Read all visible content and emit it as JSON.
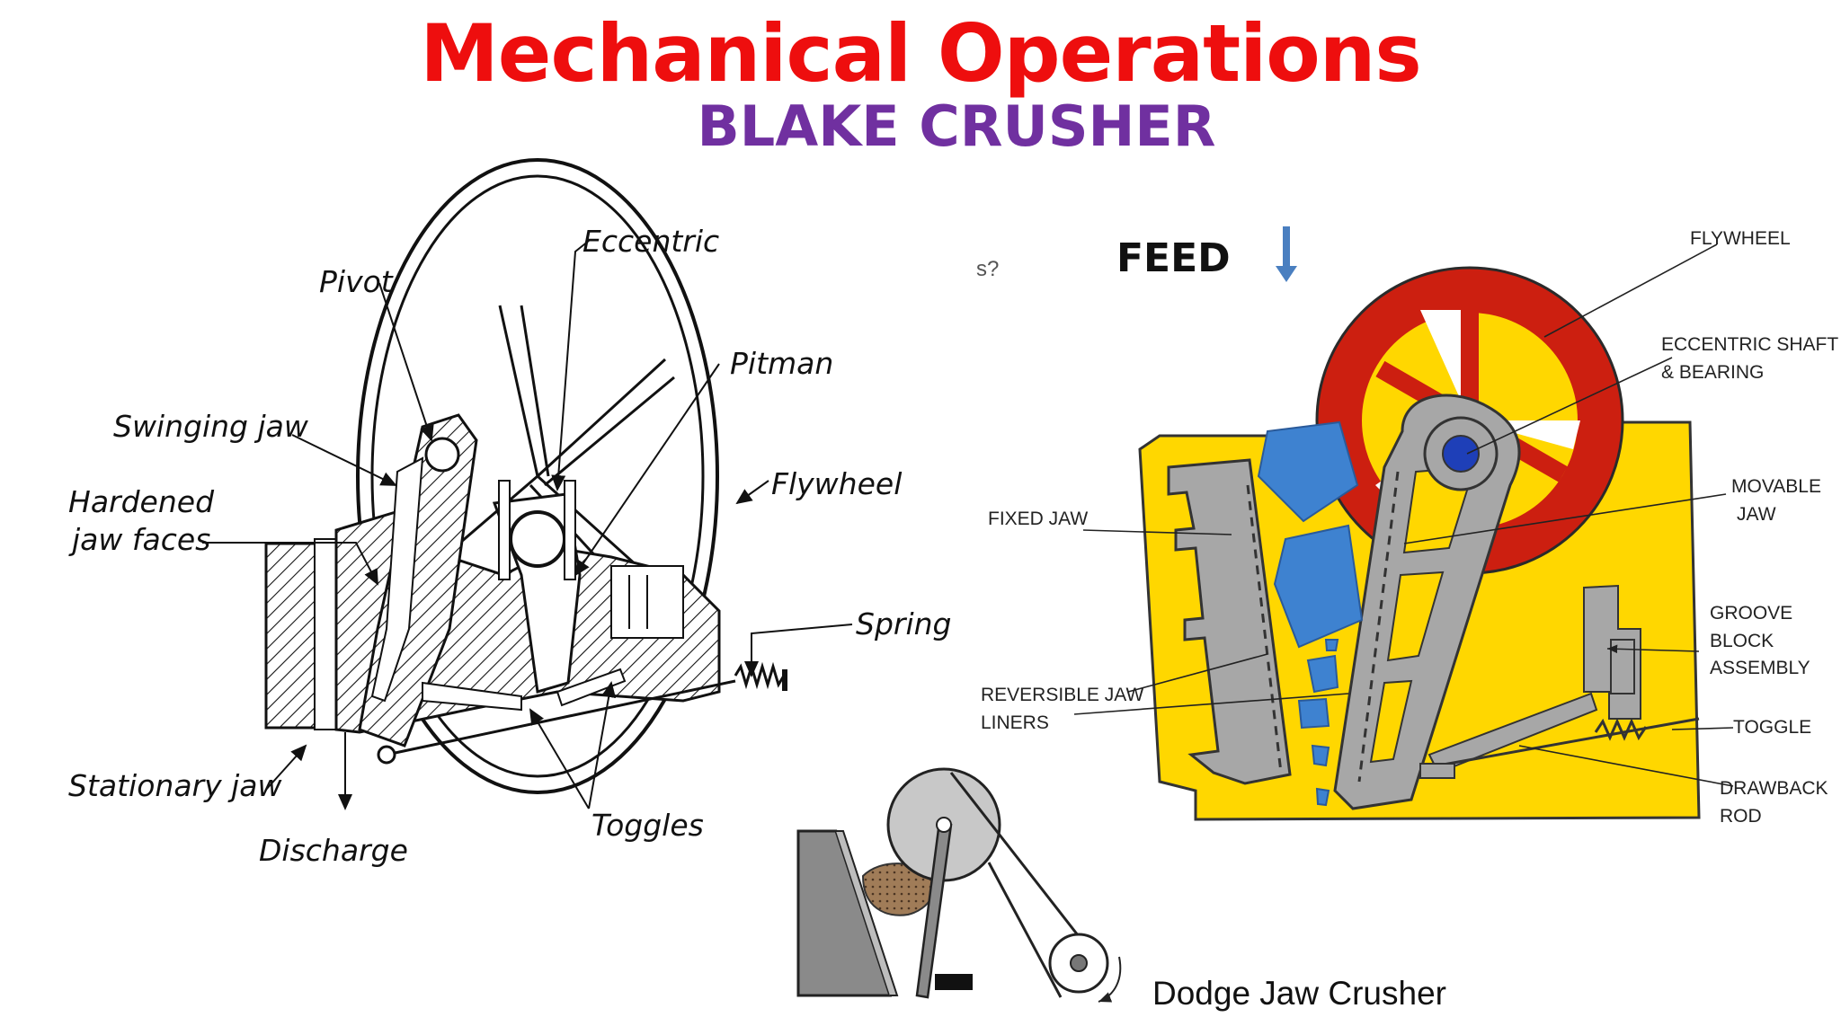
{
  "title": "Mechanical Operations",
  "subtitle": "BLAKE CRUSHER",
  "colors": {
    "title": "#ee0e0e",
    "subtitle": "#7030a0",
    "frame_yellow": "#ffd700",
    "flywheel_red": "#cc1f10",
    "rock_blue": "#3e82d0",
    "steel_grey": "#a7a7a7",
    "feed_arrow": "#4a7fc0"
  },
  "left_diagram": {
    "labels": {
      "eccentric": "Eccentric",
      "pivot": "Pivot",
      "pitman": "Pitman",
      "swinging_jaw": "Swinging jaw",
      "hardened_1": "Hardened",
      "hardened_2": "jaw faces",
      "flywheel": "Flywheel",
      "spring": "Spring",
      "stationary_jaw": "Stationary jaw",
      "toggles": "Toggles",
      "discharge": "Discharge"
    }
  },
  "right_diagram": {
    "stray_text": "s?",
    "feed": "FEED",
    "labels": {
      "flywheel": "FLYWHEEL",
      "eccentric_1": "ECCENTRIC SHAFT",
      "eccentric_2": "& BEARING",
      "movable_1": "MOVABLE",
      "movable_2": "JAW",
      "fixed_jaw": "FIXED JAW",
      "groove_1": "GROOVE",
      "groove_2": "BLOCK",
      "groove_3": "ASSEMBLY",
      "liners_1": "REVERSIBLE JAW",
      "liners_2": "LINERS",
      "toggle": "TOGGLE",
      "drawback_1": "DRAWBACK",
      "drawback_2": "ROD"
    }
  },
  "dodge_diagram": {
    "caption": "Dodge Jaw Crusher"
  }
}
